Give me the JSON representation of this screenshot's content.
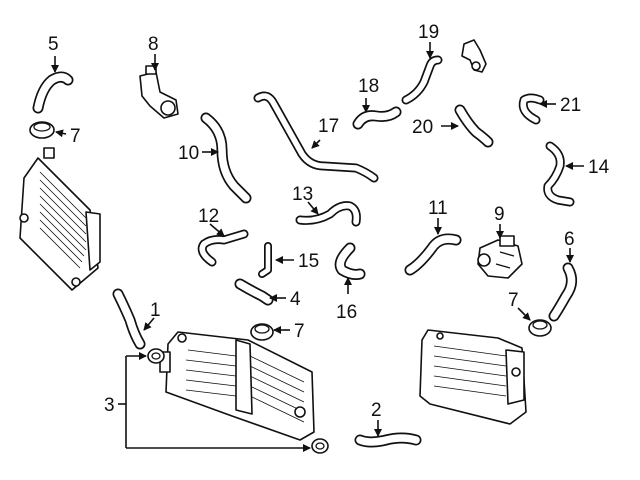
{
  "callouts": {
    "c1": "1",
    "c2": "2",
    "c3": "3",
    "c4": "4",
    "c5": "5",
    "c6": "6",
    "c7a": "7",
    "c7b": "7",
    "c7c": "7",
    "c8": "8",
    "c9": "9",
    "c10": "10",
    "c11": "11",
    "c12": "12",
    "c13": "13",
    "c14": "14",
    "c15": "15",
    "c16": "16",
    "c17": "17",
    "c18": "18",
    "c19": "19",
    "c20": "20",
    "c21": "21"
  }
}
